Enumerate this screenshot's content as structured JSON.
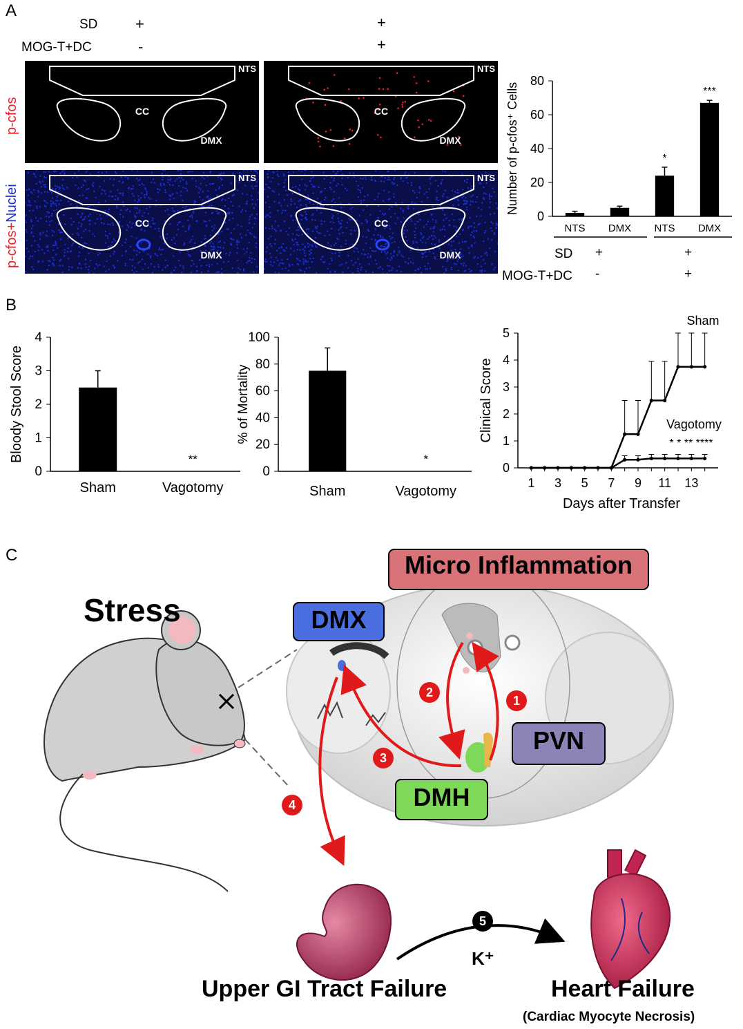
{
  "panels": {
    "a": "A",
    "b": "B",
    "c": "C"
  },
  "panelA": {
    "row_sd": "SD",
    "row_mog": "MOG-T+DC",
    "col1_sd": "+",
    "col1_mog": "-",
    "col2_sd": "+",
    "col2_mog": "+",
    "row1_label": "p-cfos",
    "row2_label_red": "p-cfos+",
    "row2_label_blue": "Nuclei",
    "region_nts": "NTS",
    "region_cc": "CC",
    "region_dmx": "DMX",
    "colors": {
      "pcfos": "#e8202a",
      "nuclei": "#1a2fd6",
      "bar": "#000000"
    }
  },
  "chart_data": [
    {
      "id": "A-bar",
      "type": "bar",
      "ylabel": "Number of p-cfos⁺ Cells",
      "ylim": [
        0,
        80
      ],
      "yticks": [
        "0",
        "20",
        "40",
        "60",
        "80"
      ],
      "categories": [
        "NTS",
        "DMX",
        "NTS",
        "DMX"
      ],
      "values": [
        2,
        5,
        24,
        67
      ],
      "errors": [
        1,
        1,
        5,
        1.5
      ],
      "significance": [
        "",
        "",
        "*",
        "***"
      ],
      "conditions": {
        "sd_label": "SD",
        "mog_label": "MOG-T+DC",
        "group1_sd": "+",
        "group1_mog": "-",
        "group2_sd": "+",
        "group2_mog": "+"
      }
    },
    {
      "id": "B-stool",
      "type": "bar",
      "ylabel": "Bloody Stool Score",
      "ylim": [
        0,
        4
      ],
      "yticks": [
        "0",
        "1",
        "2",
        "3",
        "4"
      ],
      "categories": [
        "Sham",
        "Vagotomy"
      ],
      "values": [
        2.5,
        0
      ],
      "errors": [
        0.5,
        0
      ],
      "significance": [
        "",
        "**"
      ]
    },
    {
      "id": "B-mortality",
      "type": "bar",
      "ylabel": "% of Mortality",
      "ylim": [
        0,
        100
      ],
      "yticks": [
        "0",
        "20",
        "40",
        "60",
        "80",
        "100"
      ],
      "categories": [
        "Sham",
        "Vagotomy"
      ],
      "values": [
        75,
        0
      ],
      "errors": [
        17,
        0
      ],
      "significance": [
        "",
        "*"
      ]
    },
    {
      "id": "B-clinical",
      "type": "line",
      "ylabel": "Clinical Score",
      "xlabel": "Days after Transfer",
      "ylim": [
        0,
        5
      ],
      "xlim": [
        0,
        15
      ],
      "yticks": [
        "0",
        "1",
        "2",
        "3",
        "4",
        "5"
      ],
      "xticks": [
        "1",
        "3",
        "5",
        "7",
        "9",
        "11",
        "13"
      ],
      "x": [
        1,
        2,
        3,
        4,
        5,
        6,
        7,
        8,
        9,
        10,
        11,
        12,
        13,
        14
      ],
      "series": [
        {
          "name": "Sham",
          "values": [
            0,
            0,
            0,
            0,
            0,
            0,
            0,
            1.25,
            1.25,
            2.5,
            2.5,
            3.75,
            3.75,
            3.75
          ],
          "errors": [
            0,
            0,
            0,
            0,
            0,
            0,
            0,
            1.25,
            1.25,
            1.45,
            1.45,
            1.25,
            1.25,
            1.25
          ]
        },
        {
          "name": "Vagotomy",
          "values": [
            0,
            0,
            0,
            0,
            0,
            0,
            0,
            0.3,
            0.3,
            0.35,
            0.35,
            0.35,
            0.35,
            0.35
          ],
          "errors": [
            0,
            0,
            0,
            0,
            0,
            0,
            0,
            0.15,
            0.15,
            0.15,
            0.15,
            0.15,
            0.15,
            0.15
          ]
        }
      ],
      "significance_text": "*  * ** ****"
    }
  ],
  "panelC": {
    "stress": "Stress",
    "micro_inflammation": "Micro Inflammation",
    "dmx": "DMX",
    "pvn": "PVN",
    "dmh": "DMH",
    "steps": [
      "1",
      "2",
      "3",
      "4",
      "5"
    ],
    "kplus": "K⁺",
    "gi_failure": "Upper GI Tract Failure",
    "heart_failure": "Heart Failure",
    "heart_sub": "(Cardiac Myocyte Necrosis)",
    "colors": {
      "micro": "#d9737a",
      "dmx": "#4a6ee0",
      "pvn": "#8a85b6",
      "dmh": "#7ed85a",
      "arrow": "#e01a1a"
    }
  }
}
